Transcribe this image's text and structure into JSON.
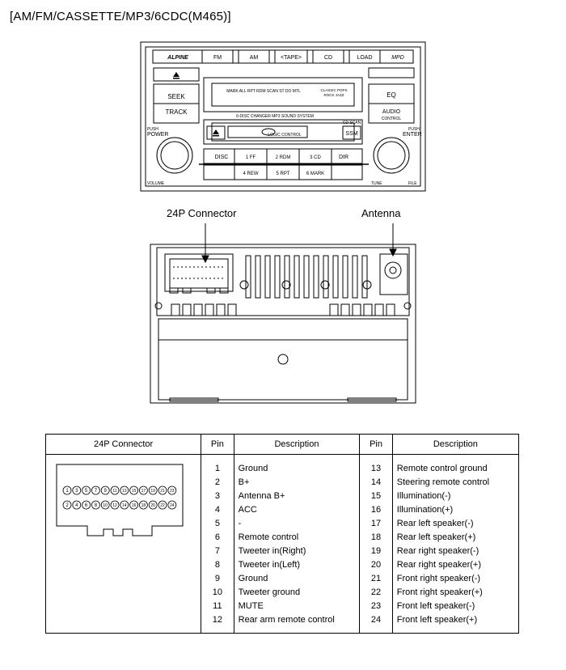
{
  "title": "[AM/FM/CASSETTE/MP3/6CDC(M465)]",
  "head_unit": {
    "brand_left": "ALPINE",
    "brand_right": "MPD",
    "top_buttons": [
      "FM",
      "AM",
      "<TAPE>",
      "CD",
      "LOAD"
    ],
    "seek": "SEEK",
    "track": "TRACK",
    "push_power": "PUSH",
    "power": "POWER",
    "volume": "VOLUME",
    "eq": "EQ",
    "audio": "AUDIO",
    "control": "CONTROL",
    "push_enter": "PUSH",
    "enter": "ENTER",
    "tune": "TUNE",
    "file": "FILE",
    "display_text": "MARK ALL RPT RDM SCAN ST DO MTL",
    "classic": "CLASSIC POPS",
    "rock": "ROCK JAZZ",
    "changer_label": "6-DISC CHANGER MP3 SOUND SYSTEM",
    "logic": "LOGIC CONTROL",
    "cd_scan": "CD SCAN",
    "ssm": "SSM",
    "disc": "DISC",
    "dir": "DIR",
    "presets_top": [
      "1 FF",
      "2 RDM",
      "3 CD"
    ],
    "presets_bottom": [
      "4 REW",
      "5 RPT",
      "6 MARK"
    ]
  },
  "labels": {
    "connector": "24P Connector",
    "antenna": "Antenna"
  },
  "connector_numbers": {
    "top": [
      "1",
      "3",
      "5",
      "7",
      "9",
      "11",
      "13",
      "15",
      "17",
      "19",
      "21",
      "23"
    ],
    "bottom": [
      "2",
      "4",
      "6",
      "8",
      "10",
      "12",
      "14",
      "16",
      "18",
      "20",
      "22",
      "24"
    ]
  },
  "table": {
    "headers": [
      "24P Connector",
      "Pin",
      "Description",
      "Pin",
      "Description"
    ],
    "rows": [
      {
        "p1": "1",
        "d1": "Ground",
        "p2": "13",
        "d2": "Remote control ground"
      },
      {
        "p1": "2",
        "d1": "B+",
        "p2": "14",
        "d2": "Steering remote control"
      },
      {
        "p1": "3",
        "d1": "Antenna B+",
        "p2": "15",
        "d2": "Illumination(-)"
      },
      {
        "p1": "4",
        "d1": "ACC",
        "p2": "16",
        "d2": "Illumination(+)"
      },
      {
        "p1": "5",
        "d1": "-",
        "p2": "17",
        "d2": "Rear left speaker(-)"
      },
      {
        "p1": "6",
        "d1": "Remote control",
        "p2": "18",
        "d2": "Rear left speaker(+)"
      },
      {
        "p1": "7",
        "d1": "Tweeter in(Right)",
        "p2": "19",
        "d2": "Rear right speaker(-)"
      },
      {
        "p1": "8",
        "d1": "Tweeter in(Left)",
        "p2": "20",
        "d2": "Rear right speaker(+)"
      },
      {
        "p1": "9",
        "d1": "Ground",
        "p2": "21",
        "d2": "Front right speaker(-)"
      },
      {
        "p1": "10",
        "d1": "Tweeter ground",
        "p2": "22",
        "d2": "Front right speaker(+)"
      },
      {
        "p1": "11",
        "d1": "MUTE",
        "p2": "23",
        "d2": "Front left speaker(-)"
      },
      {
        "p1": "12",
        "d1": "Rear arm remote control",
        "p2": "24",
        "d2": "Front left speaker(+)"
      }
    ]
  }
}
